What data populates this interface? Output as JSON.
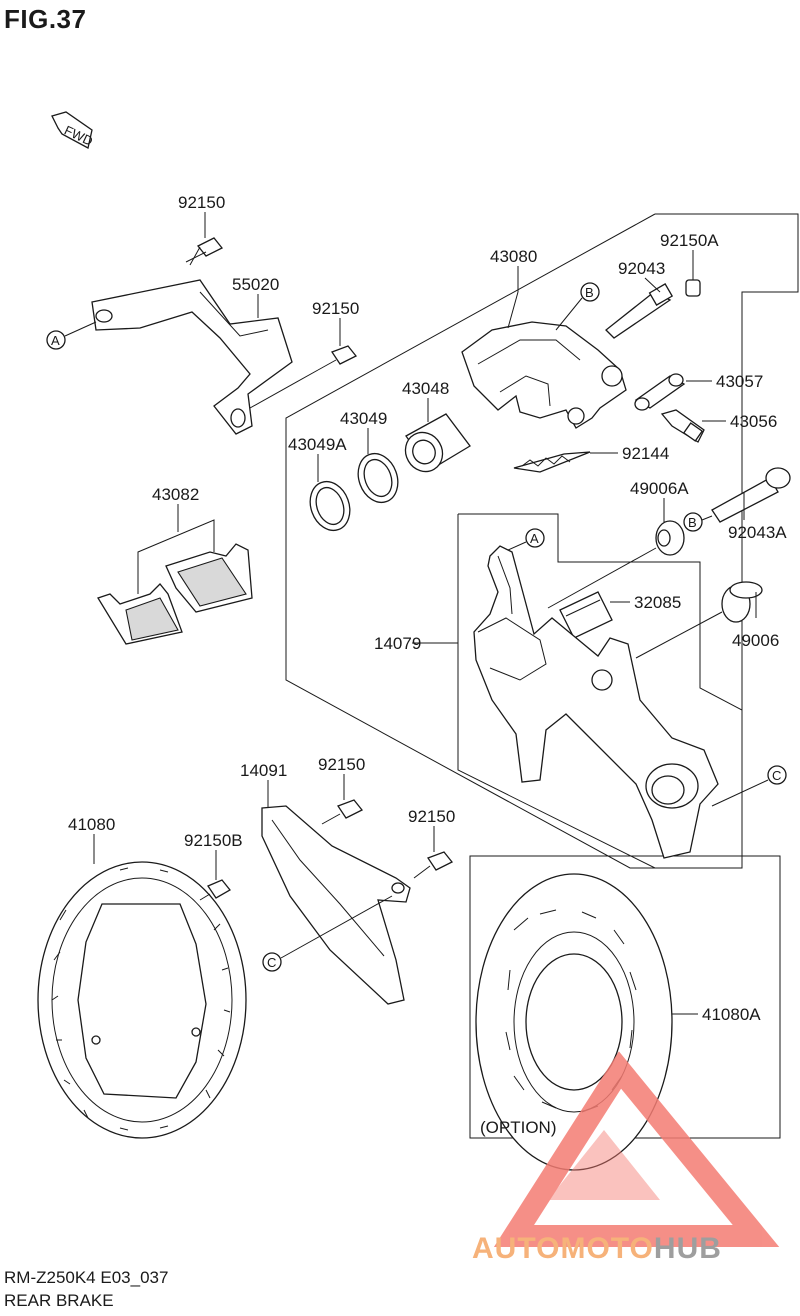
{
  "figure": {
    "title": "FIG.37"
  },
  "footer": {
    "code": "RM-Z250K4 E03_037",
    "name": "REAR BRAKE"
  },
  "fwd_arrow": {
    "label": "FWD"
  },
  "watermark": {
    "part1": "AUTOMOTO",
    "part2": "HUB",
    "colors": {
      "accent": "#f47c73",
      "text_light": "#f6b27a",
      "text_dark": "#9e9e9e"
    }
  },
  "parts": {
    "p92150_a": "92150",
    "p55020": "55020",
    "p92150_b": "92150",
    "p43080": "43080",
    "p92150A": "92150A",
    "p92043": "92043",
    "p43057": "43057",
    "p43056": "43056",
    "p43048": "43048",
    "p43049": "43049",
    "p43049A": "43049A",
    "p92144": "92144",
    "p43082": "43082",
    "p49006A": "49006A",
    "p92043A": "92043A",
    "p32085": "32085",
    "p14079": "14079",
    "p49006": "49006",
    "p14091": "14091",
    "p92150_c": "92150",
    "p92150_d": "92150",
    "p41080": "41080",
    "p92150B": "92150B",
    "p41080A": "41080A"
  },
  "refs": {
    "a1": "A",
    "a2": "A",
    "b1": "B",
    "b2": "B",
    "c1": "C",
    "c2": "C"
  },
  "option_box": {
    "label": "(OPTION)"
  }
}
